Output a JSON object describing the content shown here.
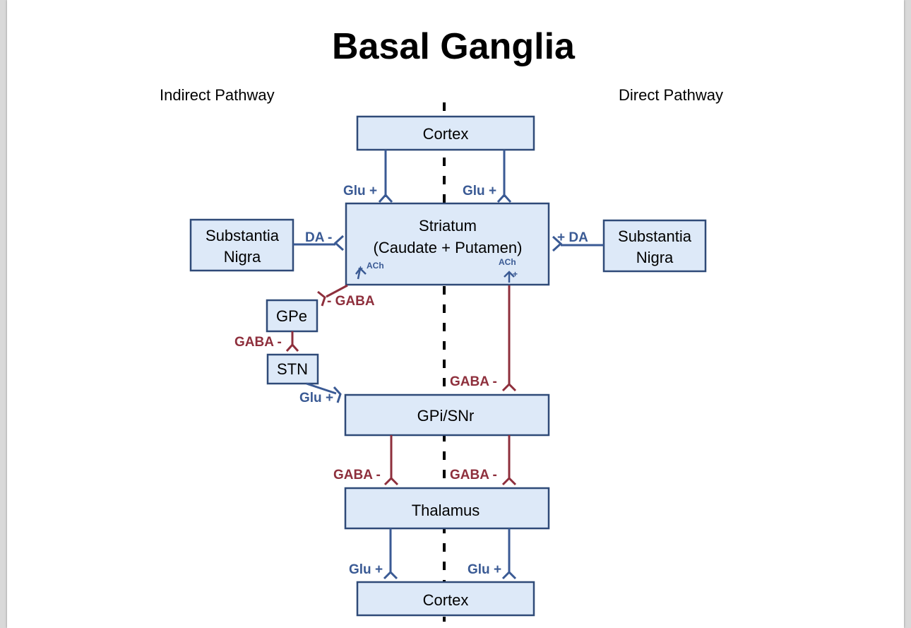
{
  "title": "Basal Ganglia",
  "pathways": {
    "indirect": "Indirect Pathway",
    "direct": "Direct Pathway"
  },
  "nodes": {
    "cortex_top": "Cortex",
    "striatum_line1": "Striatum",
    "striatum_line2": "(Caudate + Putamen)",
    "sn_left_line1": "Substantia",
    "sn_left_line2": "Nigra",
    "sn_right_line1": "Substantia",
    "sn_right_line2": "Nigra",
    "gpe": "GPe",
    "stn": "STN",
    "gpi_snr": "GPi/SNr",
    "thalamus": "Thalamus",
    "cortex_bottom": "Cortex"
  },
  "connections": {
    "cortex_to_striatum_left": "Glu +",
    "cortex_to_striatum_right": "Glu +",
    "sn_to_striatum_left": "DA -",
    "sn_to_striatum_right": "+ DA",
    "ach_left": "ACh",
    "ach_left_sign": "+",
    "ach_right": "ACh",
    "ach_right_sign": "+",
    "striatum_to_gpe": "- GABA",
    "gpe_to_stn": "GABA -",
    "stn_to_gpi": "Glu +",
    "striatum_to_gpi": "GABA -",
    "gpi_to_thalamus_left": "GABA -",
    "gpi_to_thalamus_right": "GABA -",
    "thalamus_to_cortex_left": "Glu +",
    "thalamus_to_cortex_right": "Glu +"
  },
  "colors": {
    "excitatory": "#3a5a94",
    "inhibitory": "#8e2f3c",
    "box_fill": "#dde9f8",
    "box_stroke": "#2f4a78"
  }
}
